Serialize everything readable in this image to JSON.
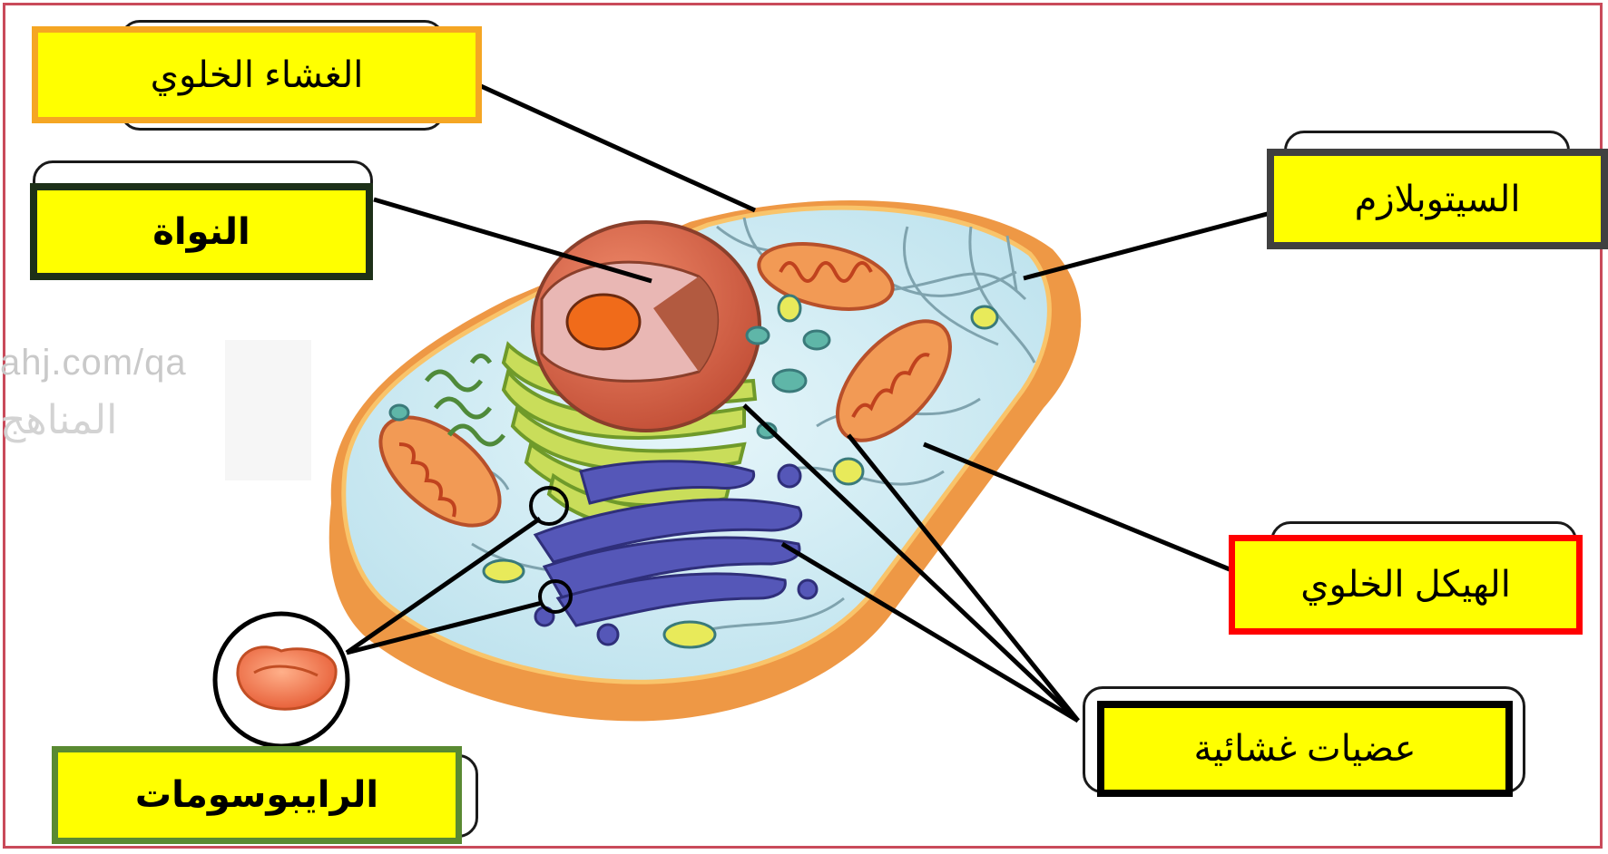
{
  "labels": {
    "membrane": "الغشاء الخلوي",
    "nucleus": "النواة",
    "cytoplasm": "السيتوبلازم",
    "cytoskeleton": "الهيكل الخلوي",
    "organelles": "عضيات غشائية",
    "ribosomes": "الرايبوسومات"
  },
  "watermark": {
    "url": "ahj.com/qa",
    "text": "المناهج"
  },
  "colors": {
    "label_fill": "#ffff00",
    "membrane_border": "#f5a623",
    "nucleus_border": "#1d3018",
    "cytoplasm_border": "#404040",
    "cytoskeleton_border": "#ff0000",
    "organelles_border": "#000000",
    "ribosomes_border": "#5a8a32",
    "frame": "#c94a5a"
  }
}
